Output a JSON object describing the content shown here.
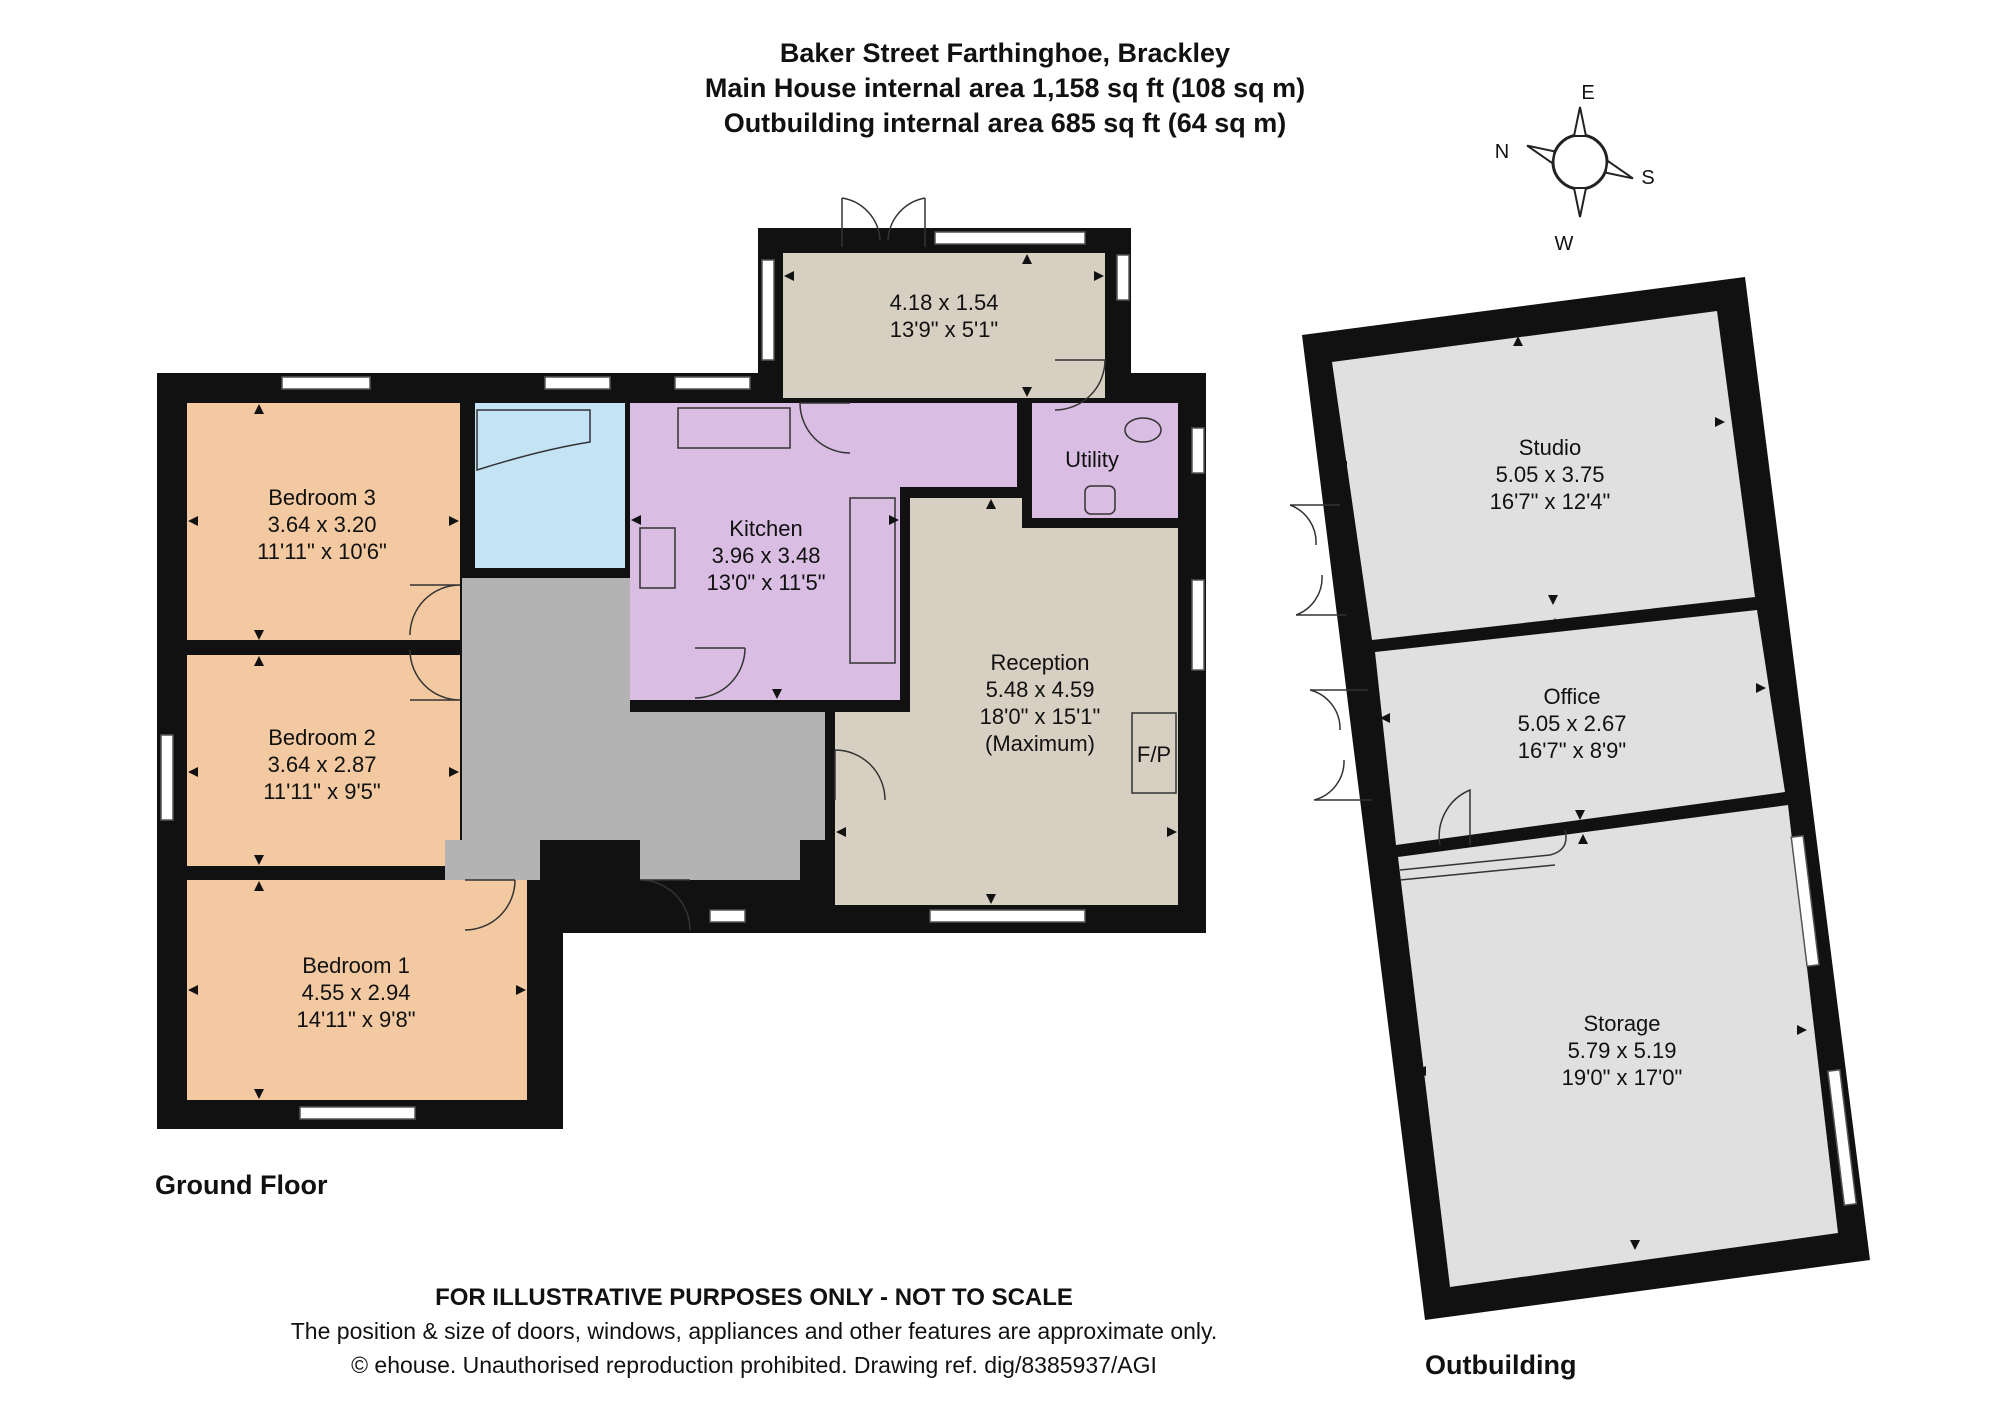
{
  "header": {
    "address": "Baker Street Farthinghoe, Brackley",
    "main_house_area": "Main House internal area 1,158 sq ft (108 sq m)",
    "outbuilding_area": "Outbuilding internal area 685 sq ft (64 sq m)"
  },
  "compass": {
    "north": "N",
    "east": "E",
    "south": "S",
    "west": "W"
  },
  "floors": {
    "ground": "Ground Floor",
    "outbuilding": "Outbuilding"
  },
  "rooms": {
    "conservatory": {
      "metric": "4.18 x 1.54",
      "imperial": "13'9\" x 5'1\""
    },
    "bedroom3": {
      "name": "Bedroom 3",
      "metric": "3.64 x 3.20",
      "imperial": "11'11\" x 10'6\""
    },
    "bedroom2": {
      "name": "Bedroom 2",
      "metric": "3.64 x 2.87",
      "imperial": "11'11\" x 9'5\""
    },
    "bedroom1": {
      "name": "Bedroom 1",
      "metric": "4.55 x 2.94",
      "imperial": "14'11\" x 9'8\""
    },
    "kitchen": {
      "name": "Kitchen",
      "metric": "3.96 x 3.48",
      "imperial": "13'0\" x 11'5\""
    },
    "utility": {
      "name": "Utility"
    },
    "reception": {
      "name": "Reception",
      "metric": "5.48 x 4.59",
      "imperial": "18'0\" x 15'1\"",
      "note": "(Maximum)",
      "fireplace": "F/P"
    },
    "studio": {
      "name": "Studio",
      "metric": "5.05 x 3.75",
      "imperial": "16'7\" x 12'4\""
    },
    "office": {
      "name": "Office",
      "metric": "5.05 x 2.67",
      "imperial": "16'7\" x 8'9\""
    },
    "storage": {
      "name": "Storage",
      "metric": "5.79 x 5.19",
      "imperial": "19'0\" x 17'0\""
    }
  },
  "disclaimer": {
    "heading": "FOR ILLUSTRATIVE PURPOSES ONLY - NOT TO SCALE",
    "line1": "The position & size of doors, windows, appliances and other features are approximate only.",
    "line2": "© ehouse. Unauthorised reproduction prohibited. Drawing ref. dig/8385937/AGI"
  },
  "colors": {
    "bedroom": "#f2c9a0",
    "bathroom": "#c4e3f5",
    "kitchen": "#d9bde3",
    "hall": "#b3b3b3",
    "reception": "#d8cfc3",
    "outbuilding": "#e0e0e0",
    "wall": "#111111"
  }
}
